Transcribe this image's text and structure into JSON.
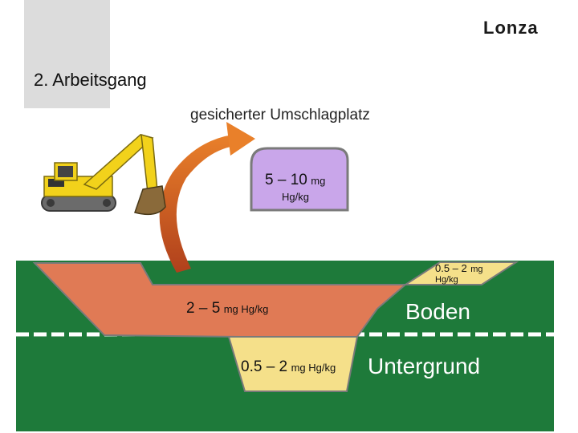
{
  "logo": {
    "text": "Lonza"
  },
  "title": "2. Arbeitsgang",
  "subtitle": "gesicherter Umschlagplatz",
  "pile": {
    "value": "5 – 10",
    "unit_line1": "mg",
    "unit_line2": "Hg/kg"
  },
  "slope_label": {
    "value": "0.5 – 2",
    "unit_line1": "mg",
    "unit_line2": "Hg/kg"
  },
  "upper_layer": {
    "value": "2 – 5",
    "unit": "mg Hg/kg"
  },
  "lower_layer": {
    "value": "0.5 – 2",
    "unit": "mg Hg/kg"
  },
  "soil_labels": {
    "boden": "Boden",
    "untergrund": "Untergrund"
  },
  "colors": {
    "ground": "#1e7a3a",
    "pit_upper": "#e07a55",
    "pit_lower": "#f5e08a",
    "pile": "#c9a6ea",
    "arrow": "#d86a20",
    "excavator": "#f2d21b",
    "gray": "#dcdcdc"
  },
  "icons": [
    "excavator-icon",
    "transfer-arrow-icon",
    "lonza-logo"
  ]
}
